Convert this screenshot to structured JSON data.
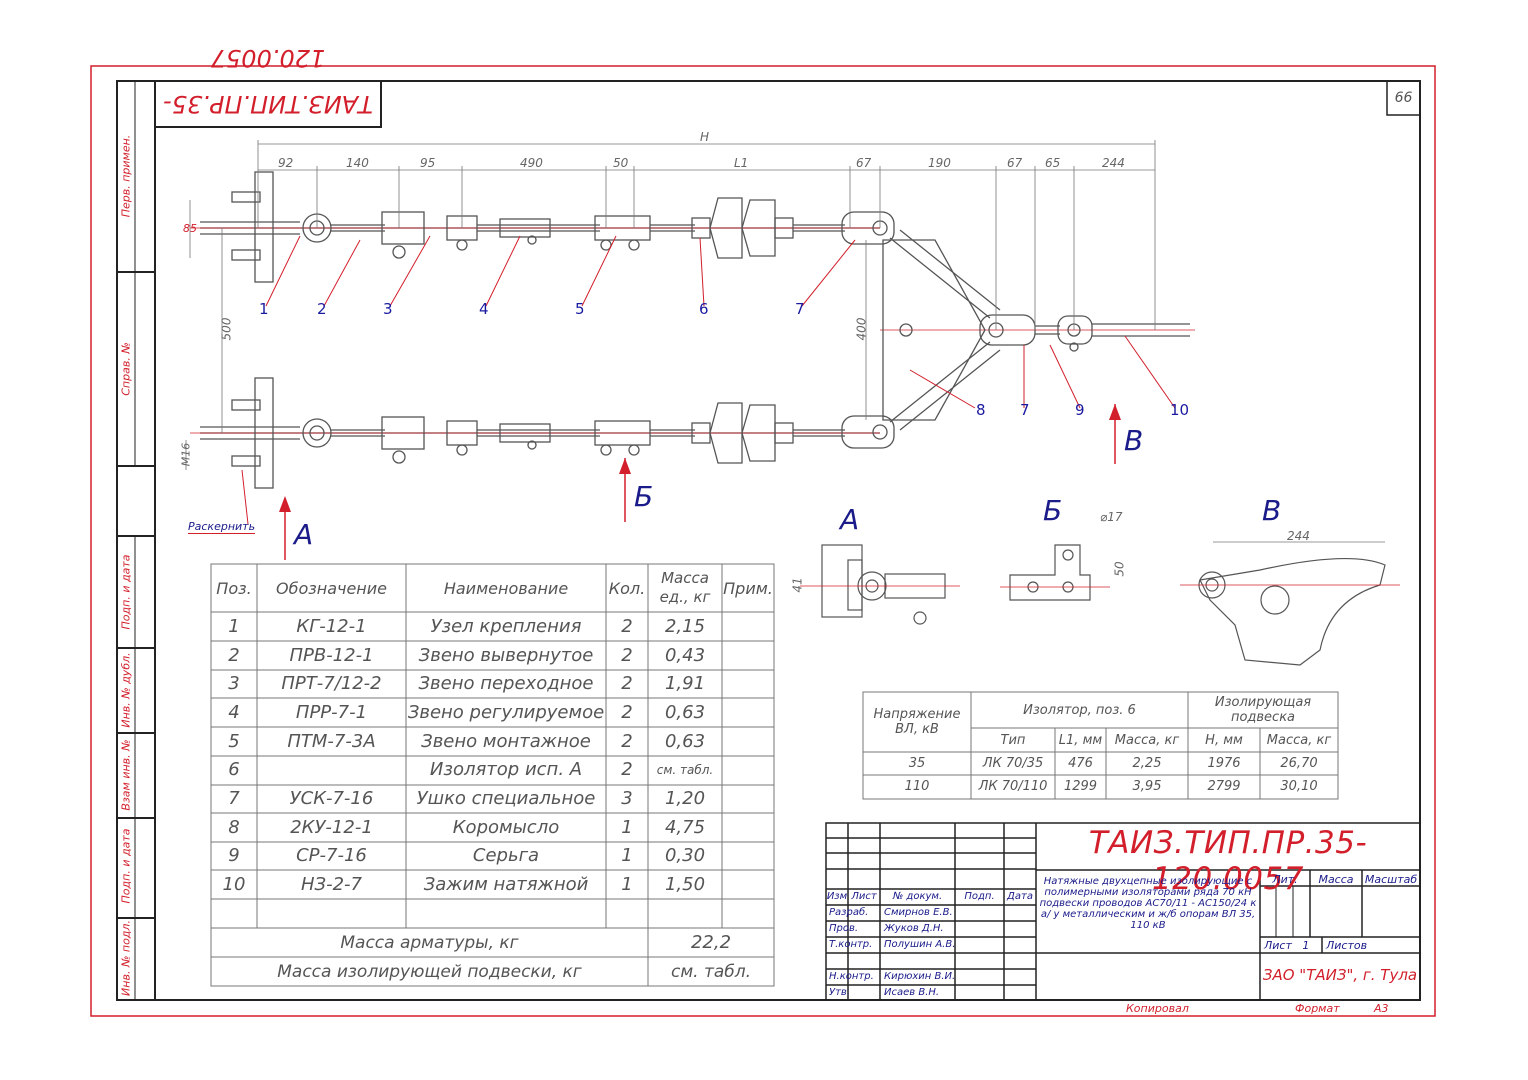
{
  "drawing": {
    "code": "ТАИЗ.ТИП.ПР.35-120.0057",
    "code_rotated": "ТАИЗ.ТИП.ПР.35-120.0057",
    "page_number": "66",
    "callouts": [
      "1",
      "2",
      "3",
      "4",
      "5",
      "6",
      "7",
      "8",
      "7",
      "9",
      "10"
    ],
    "markers": {
      "a": "А",
      "b": "Б",
      "v": "В"
    },
    "raskernit": "Раскернить",
    "dimensions": {
      "top": [
        "92",
        "140",
        "95",
        "490",
        "50",
        "L1",
        "67",
        "190",
        "67",
        "65",
        "244"
      ],
      "overall": "H",
      "v500": "500",
      "v85": "85",
      "m16": "M16",
      "v400": "400",
      "a41": "41",
      "b17": "⌀17",
      "b50": "50",
      "v244": "244"
    }
  },
  "side_stamps": [
    "Перв. примен.",
    "Справ. №",
    "Подп. и дата",
    "Инв. № дубл.",
    "Взам инв. №",
    "Подп. и дата",
    "Инв. № подл."
  ],
  "parts_table": {
    "headers": [
      "Поз.",
      "Обозначение",
      "Наименование",
      "Кол.",
      "Масса ед., кг",
      "Прим."
    ],
    "rows": [
      [
        "1",
        "КГ-12-1",
        "Узел крепления",
        "2",
        "2,15"
      ],
      [
        "2",
        "ПРВ-12-1",
        "Звено вывернутое",
        "2",
        "0,43"
      ],
      [
        "3",
        "ПРТ-7/12-2",
        "Звено переходное",
        "2",
        "1,91"
      ],
      [
        "4",
        "ПРР-7-1",
        "Звено регулируемое",
        "2",
        "0,63"
      ],
      [
        "5",
        "ПТМ-7-3А",
        "Звено монтажное",
        "2",
        "0,63"
      ],
      [
        "6",
        "",
        "Изолятор исп. А",
        "2",
        "см. табл."
      ],
      [
        "7",
        "УСК-7-16",
        "Ушко специальное",
        "3",
        "1,20"
      ],
      [
        "8",
        "2КУ-12-1",
        "Коромысло",
        "1",
        "4,75"
      ],
      [
        "9",
        "СР-7-16",
        "Серьга",
        "1",
        "0,30"
      ],
      [
        "10",
        "НЗ-2-7",
        "Зажим натяжной",
        "1",
        "1,50"
      ]
    ],
    "mass_fittings_label": "Масса арматуры, кг",
    "mass_fittings_value": "22,2",
    "mass_suspension_label": "Масса изолирующей подвески, кг",
    "mass_suspension_value": "см. табл."
  },
  "voltage_table": {
    "header_voltage": "Напряжение ВЛ, кВ",
    "header_insulator": "Изолятор, поз. 6",
    "header_suspension": "Изолирующая подвеска",
    "sub_headers": [
      "Тип",
      "L1, мм",
      "Масса, кг",
      "H, мм",
      "Масса, кг"
    ],
    "rows": [
      [
        "35",
        "ЛК 70/35",
        "476",
        "2,25",
        "1976",
        "26,70"
      ],
      [
        "110",
        "ЛК 70/110",
        "1299",
        "3,95",
        "2799",
        "30,10"
      ]
    ]
  },
  "title_block": {
    "code": "ТАИЗ.ТИП.ПР.35-120.0057",
    "description": "Натяжные двухцепные изолирующие с полимерными изоляторами ряда 70 кН подвески проводов АС70/11 - АС150/24 к а/ у металлическим и ж/б опорам ВЛ 35, 110 кВ",
    "col_headers": [
      "Изм",
      "Лист",
      "№ докум.",
      "Подп.",
      "Дата"
    ],
    "roles": [
      {
        "role": "Разраб.",
        "name": "Смирнов Е.В."
      },
      {
        "role": "Пров.",
        "name": "Жуков Д.Н."
      },
      {
        "role": "Т.контр.",
        "name": "Полушин А.В."
      },
      {
        "role": "Н.контр.",
        "name": "Кирюхин В.И."
      },
      {
        "role": "Утв.",
        "name": "Исаев В.Н."
      }
    ],
    "lit": "Лит.",
    "mass": "Масса",
    "scale": "Масштаб",
    "sheet": "Лист   1",
    "sheets": "Листов",
    "company": "ЗАО \"ТАИЗ\", г. Тула",
    "copied": "Копировал",
    "format": "Формат",
    "format_value": "А3"
  },
  "colors": {
    "border": "#d21f2b",
    "frame": "#222222",
    "callout": "#1a1aa0",
    "lines": "#555555"
  }
}
